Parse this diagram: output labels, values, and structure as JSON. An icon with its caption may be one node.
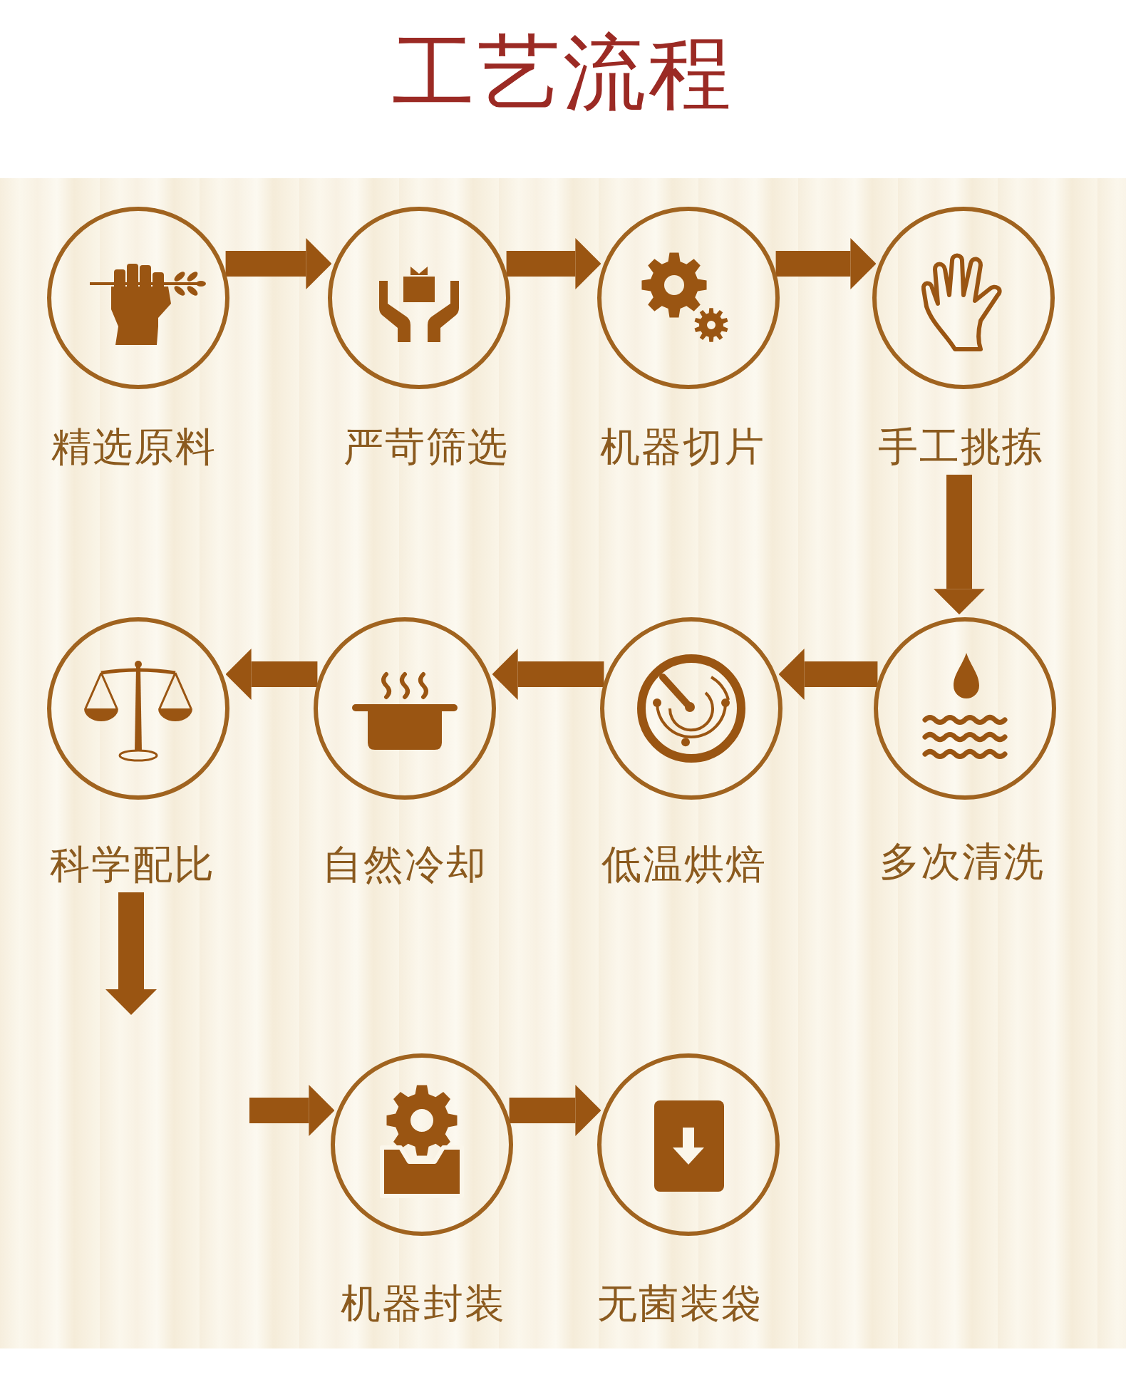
{
  "diagram": {
    "title": "工艺流程",
    "nodes": [
      {
        "text": [
          "精选原料"
        ]
      },
      {
        "text": [
          "严苛筛选"
        ]
      },
      {
        "text": [
          "机器切片"
        ]
      },
      {
        "text": [
          "手工挑拣"
        ]
      },
      {
        "text": [
          "多次清洗"
        ]
      },
      {
        "text": [
          "低温烘焙"
        ]
      },
      {
        "text": [
          "自然冷却"
        ]
      },
      {
        "text": [
          "科学配比"
        ]
      },
      {
        "text": [
          "机器封装"
        ]
      },
      {
        "text": [
          "无菌装袋"
        ]
      }
    ],
    "edges": [
      {
        "from": 0,
        "to": 1,
        "arrow": "to"
      },
      {
        "from": 1,
        "to": 2,
        "arrow": "to"
      },
      {
        "from": 2,
        "to": 3,
        "arrow": "to"
      },
      {
        "from": 3,
        "to": 4,
        "arrow": "to"
      },
      {
        "from": 4,
        "to": 5,
        "arrow": "to"
      },
      {
        "from": 5,
        "to": 6,
        "arrow": "to"
      },
      {
        "from": 6,
        "to": 7,
        "arrow": "to"
      },
      {
        "from": 7,
        "to": null,
        "arrow": "to"
      },
      {
        "from": null,
        "to": 8,
        "arrow": "to"
      },
      {
        "from": 8,
        "to": 9,
        "arrow": "to"
      }
    ]
  }
}
